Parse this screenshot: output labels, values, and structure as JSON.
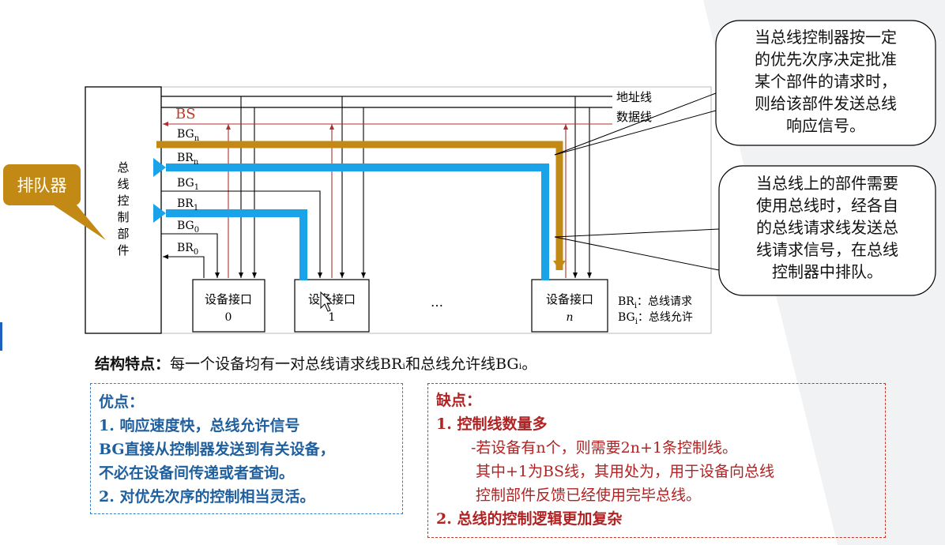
{
  "diagram": {
    "controller_label": "总线控制部件",
    "bus_labels": {
      "address": "地址线",
      "data": "数据线"
    },
    "signals": {
      "bs": "BS",
      "bgn": {
        "base": "BG",
        "sub": "n"
      },
      "brn": {
        "base": "BR",
        "sub": "n"
      },
      "bg1": {
        "base": "BG",
        "sub": "1"
      },
      "br1": {
        "base": "BR",
        "sub": "1"
      },
      "bg0": {
        "base": "BG",
        "sub": "0"
      },
      "br0": {
        "base": "BR",
        "sub": "0"
      }
    },
    "devices": [
      {
        "title": "设备接口",
        "index": "0"
      },
      {
        "title": "设备接口",
        "index": "1"
      },
      {
        "title": "设备接口",
        "index": "n"
      }
    ],
    "ellipsis": "…",
    "legend": [
      {
        "base": "BR",
        "sub": "i",
        "text": "：总线请求"
      },
      {
        "base": "BG",
        "sub": "i",
        "text": "：总线允许"
      }
    ],
    "queue_label": "排队器",
    "callout_top": "当总线控制器按一定\n的优先次序决定批准\n某个部件的请求时，\n则给该部件发送总线\n响应信号。",
    "callout_bottom": "当总线上的部件需要\n使用总线时，经各自\n的总线请求线发送总\n线请求信号，在总线\n控制器中排队。"
  },
  "structure": {
    "label": "结构特点：",
    "text": "每一个设备均有一对总线请求线BRᵢ和总线允许线BGᵢ。"
  },
  "advantages": {
    "title": "优点：",
    "lines": [
      "1.  响应速度快，总线允许信号",
      "BG直接从控制器发送到有关设备，",
      "不必在设备间传递或者查询。",
      "2.  对优先次序的控制相当灵活。"
    ]
  },
  "disadvantages": {
    "title": "缺点：",
    "item1": "1.  控制线数量多",
    "sub1": "-若设备有n个，则需要2n+1条控制线。",
    "sub2": "其中+1为BS线，其用处为，用于设备向总线",
    "sub3": "控制部件反馈已经使用完毕总线。",
    "item2": "2.  总线的控制逻辑更加复杂"
  },
  "colors": {
    "bg_arrow": "#c28a14",
    "br_arrow": "#1aa3e8",
    "bs_text": "#c0392b",
    "signal_line": "#b03030",
    "adv_text": "#1f5f9e",
    "dis_text": "#b22222"
  }
}
